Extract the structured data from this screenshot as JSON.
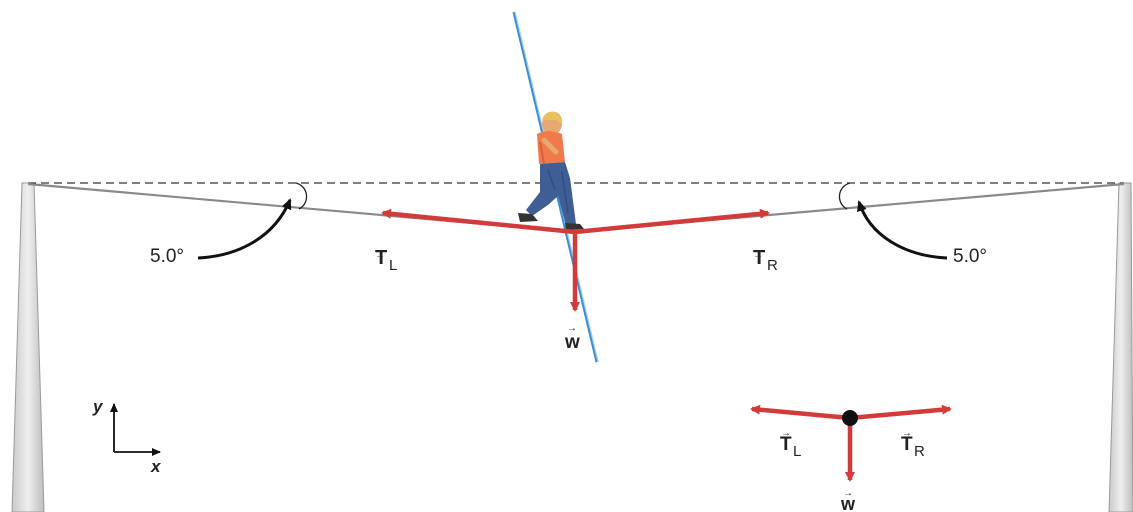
{
  "angles": {
    "left": "5.0°",
    "right": "5.0°"
  },
  "vectors": {
    "tension_left": {
      "symbol": "T",
      "subscript": "L"
    },
    "tension_right": {
      "symbol": "T",
      "subscript": "R"
    },
    "weight": {
      "symbol": "w"
    }
  },
  "free_body": {
    "tension_left": {
      "symbol": "T",
      "subscript": "L"
    },
    "tension_right": {
      "symbol": "T",
      "subscript": "R"
    },
    "weight": {
      "symbol": "w"
    }
  },
  "axes": {
    "x": "x",
    "y": "y"
  },
  "colors": {
    "force_arrow": "#d33b3b",
    "rope": "#808080",
    "pole": "#4aa3df",
    "post": "#d8d8d8"
  }
}
